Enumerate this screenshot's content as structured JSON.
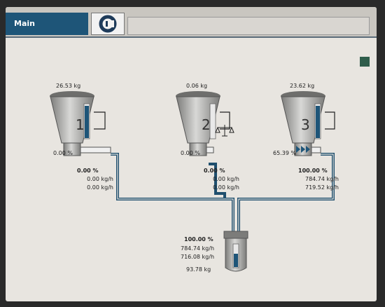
{
  "header": {
    "tab_label": "Main"
  },
  "hopper1": {
    "number": "1",
    "weight": "26.53 kg",
    "level": "0.00 %",
    "percent": "0.00 %",
    "flow1": "0.00 kg/h",
    "flow2": "0.00 kg/h"
  },
  "hopper2": {
    "number": "2",
    "weight": "0.06 kg",
    "level": "0.00 %",
    "percent": "0.00 %",
    "flow1": "0.00 kg/h",
    "flow2": "0.00 kg/h"
  },
  "hopper3": {
    "number": "3",
    "weight": "23.62 kg",
    "level": "65.39 %",
    "percent": "100.00 %",
    "flow1": "784.74 kg/h",
    "flow2": "719.52 kg/h"
  },
  "receiver": {
    "percent": "100.00 %",
    "flow1": "784.74 kg/h",
    "flow2": "716.08 kg/h",
    "weight": "93.78 kg"
  },
  "colors": {
    "pipe": "#1f4f6e",
    "tab": "#1e5578",
    "hopper": "#9a9a98",
    "level_bar": "#1e5578"
  }
}
